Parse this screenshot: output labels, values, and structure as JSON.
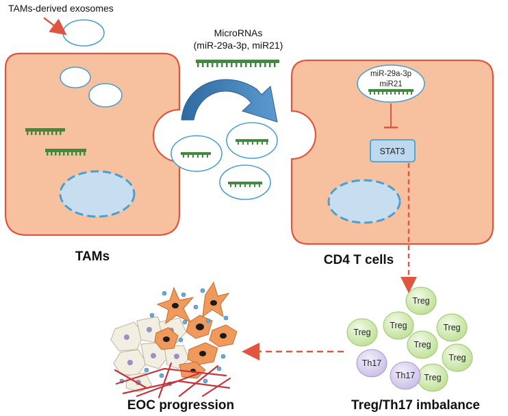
{
  "labels": {
    "exosome_source": "TAMs-derived exosomes",
    "microrna_title": "MicroRNAs",
    "microrna_names": "(miR-29a-3p, miR21)",
    "target_mir1": "miR-29a-3p",
    "target_mir2": "miR21",
    "stat3": "STAT3",
    "tams": "TAMs",
    "cd4": "CD4 T cells",
    "eoc": "EOC progression",
    "imbalance": "Treg/Th17 imbalance"
  },
  "cells": {
    "treg": "Treg",
    "th17": "Th17"
  },
  "colors": {
    "cell_fill": "#f7c09f",
    "cell_stroke": "#e0553f",
    "exosome_stroke": "#4a9fce",
    "nucleus_fill": "#c6deef",
    "mirna": "#3f8a3c",
    "arrow_blue": "#3c78ad",
    "arrow_red": "#e0553f",
    "treg_fill": "#d8ecb8",
    "th17_fill": "#d9d0ec"
  }
}
